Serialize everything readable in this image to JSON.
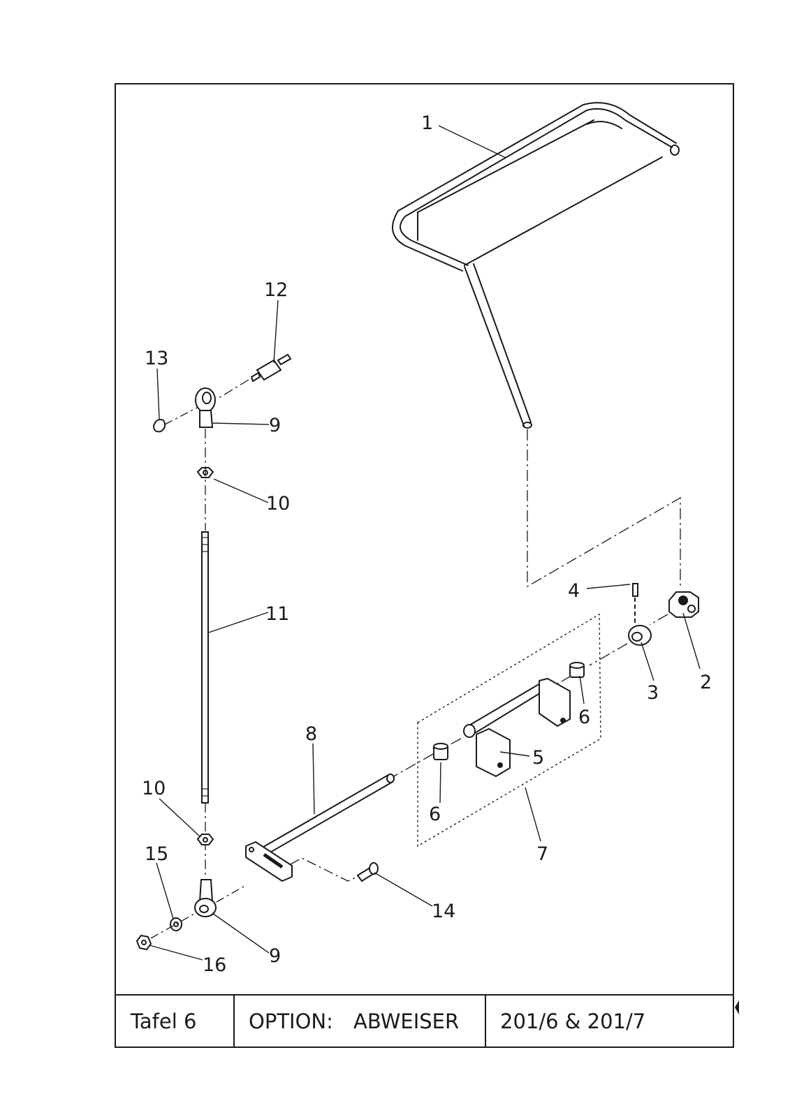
{
  "title_block": {
    "plate": "Tafel 6",
    "option_label": "OPTION:",
    "option_value": "ABWEISER",
    "models": "201/6 & 201/7"
  },
  "callouts": [
    "1",
    "2",
    "3",
    "4",
    "5",
    "6",
    "6",
    "7",
    "8",
    "9",
    "9",
    "10",
    "10",
    "11",
    "12",
    "13",
    "14",
    "15",
    "16"
  ]
}
